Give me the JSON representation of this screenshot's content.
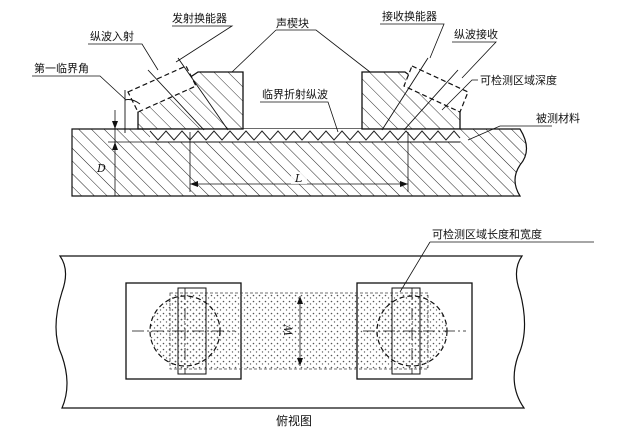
{
  "labels": {
    "longitudinal_incidence": "纵波入射",
    "transmitter": "发射换能器",
    "acoustic_wedge": "声楔块",
    "receiver": "接收换能器",
    "longitudinal_reception": "纵波接收",
    "first_critical_angle": "第一临界角",
    "detectable_depth": "可检测区域深度",
    "critical_refracted_wave": "临界折射纵波",
    "tested_material": "被测材料",
    "depth_symbol": "D",
    "length_symbol": "L",
    "detectable_length_width": "可检测区域长度和宽度",
    "width_symbol": "W",
    "top_view": "俯视图"
  }
}
